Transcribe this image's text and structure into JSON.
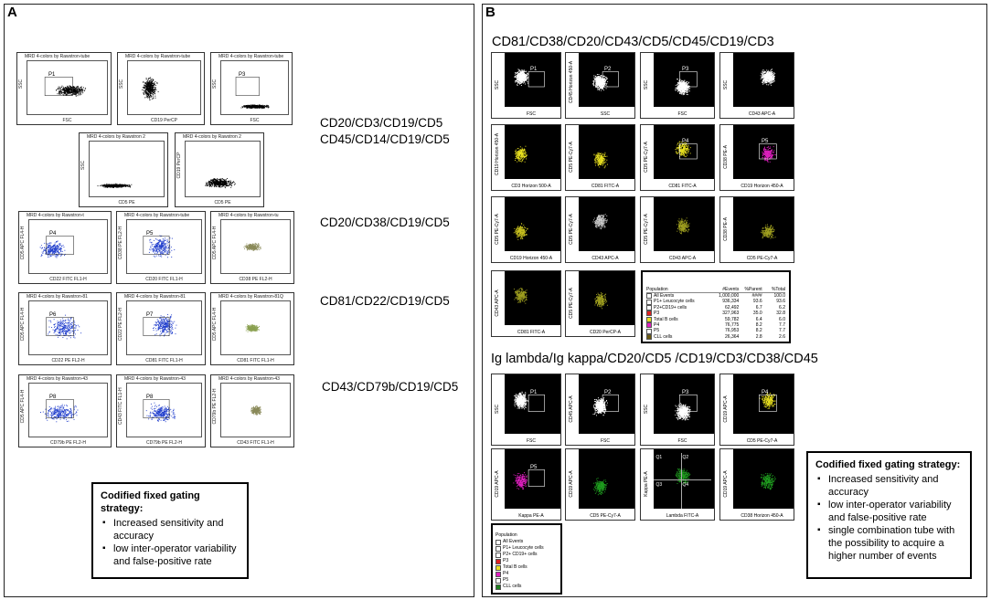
{
  "panel_a": {
    "letter": "A",
    "combos": [
      "CD20/CD3/CD19/CD5",
      "CD45/CD14/CD19/CD5",
      "CD20/CD38/CD19/CD5",
      "CD81/CD22/CD19/CD5",
      "CD43/CD79b/CD19/CD5"
    ],
    "plots": [
      {
        "title": "MRD 4-colors by Rawstron-tube",
        "x": "FSC",
        "y": "SSC",
        "gate": "P1",
        "color": "#000000"
      },
      {
        "title": "MRD 4-colors by Rawstron-tube",
        "x": "CD19 PerCP",
        "y": "SSC",
        "gate": "",
        "color": "#000000"
      },
      {
        "title": "MRD 4-colors by Rawstron-tube",
        "x": "FSC",
        "y": "SSC",
        "gate": "P3",
        "color": "#000000"
      },
      {
        "title": "MRD 4-colors by Rawstron 2",
        "x": "CD5 PE",
        "y": "SSC",
        "gate": "",
        "color": "#000000"
      },
      {
        "title": "MRD 4-colors by Rawstron 2",
        "x": "CD5 PE",
        "y": "CD19 PerCP",
        "gate": "",
        "color": "#000000"
      },
      {
        "title": "MRD 4-colors by Rawstron-t",
        "x": "CD22 FITC FL1-H",
        "y": "CD5 APC FL4-H",
        "gate": "P4",
        "color": "#1e3ccc"
      },
      {
        "title": "MRD 4-colors by Rawstron-tube",
        "x": "CD20 FITC FL1-H",
        "y": "CD38 PE FL2-H",
        "gate": "P5",
        "color": "#1e3ccc"
      },
      {
        "title": "MRD 4-colors by Rawstron-tu",
        "x": "CD38 PE FL2-H",
        "y": "CD5 APC FL4-H",
        "gate": "",
        "color": "#8a8a5a"
      },
      {
        "title": "MRD 4-colors by Rawstron-81",
        "x": "CD22 PE FL2-H",
        "y": "CD5 APC FL4-H",
        "gate": "P6",
        "color": "#1e3ccc"
      },
      {
        "title": "MRD 4-colors by Rawstron-81",
        "x": "CD81 FITC FL1-H",
        "y": "CD22 PE FL2-H",
        "gate": "P7",
        "color": "#1e3ccc"
      },
      {
        "title": "MRD 4-colors by Rawstron-81Q",
        "x": "CD81 FITC FL1-H",
        "y": "CD5 APC FL4-H",
        "gate": "",
        "color": "#8aa050"
      },
      {
        "title": "MRD 4-colors by Rawstron-43",
        "x": "CD79b PE FL2-H",
        "y": "CD5 APC FL4-H",
        "gate": "P8",
        "color": "#1e3ccc"
      },
      {
        "title": "MRD 4-colors by Rawstron-43",
        "x": "CD79b PE FL2-H",
        "y": "CD43 FITC FL1-H",
        "gate": "P8",
        "color": "#1e3ccc"
      },
      {
        "title": "MRD 4-colors by Rawstron-43",
        "x": "CD43 FITC FL1-H",
        "y": "CD79b PE FL2-H",
        "gate": "",
        "color": "#8a8a5a"
      }
    ],
    "strategy": {
      "title": "Codified fixed gating strategy:",
      "items": [
        "Increased sensitivity and accuracy",
        "low inter-operator variability and false-positive rate"
      ]
    }
  },
  "panel_b": {
    "letter": "B",
    "title1": "CD81/CD38/CD20/CD43/CD5/CD45/CD19/CD3",
    "title2": "Ig lambda/Ig kappa/CD20/CD5 /CD19/CD3/CD38/CD45",
    "plots1": [
      {
        "x": "FSC",
        "y": "SSC",
        "gate": "P1",
        "color": "#ffffff"
      },
      {
        "x": "SSC",
        "y": "CD45 Horizon 450-A",
        "gate": "P2",
        "color": "#ffffff"
      },
      {
        "x": "FSC",
        "y": "SSC",
        "gate": "P3",
        "color": "#ffffff"
      },
      {
        "x": "CD43 APC-A",
        "y": "SSC",
        "gate": "",
        "color": "#ffffff"
      },
      {
        "x": "CD3 Horizon 500-A",
        "y": "CD19 Horizon 450-A",
        "gate": "",
        "color": "#e8e020"
      },
      {
        "x": "CD81 FITC-A",
        "y": "CD5 PE-Cy7-A",
        "gate": "",
        "color": "#e8e020"
      },
      {
        "x": "CD81 FITC-A",
        "y": "CD5 PE-Cy7-A",
        "gate": "P4",
        "color": "#e8e020"
      },
      {
        "x": "CD19 Horizon 450-A",
        "y": "CD38 PE-A",
        "gate": "P5",
        "color": "#e020c0"
      },
      {
        "x": "CD19 Horizon 450-A",
        "y": "CD5 PE-Cy7-A",
        "gate": "",
        "color": "#c8c020"
      },
      {
        "x": "CD43 APC-A",
        "y": "CD5 PE-Cy7-A",
        "gate": "",
        "color": "#d0d0d0"
      },
      {
        "x": "CD43 APC-A",
        "y": "CD5 PE-Cy7-A",
        "gate": "",
        "color": "#a0a020"
      },
      {
        "x": "CD5 PE-Cy7-A",
        "y": "CD38 PE-A",
        "gate": "",
        "color": "#a0a020"
      },
      {
        "x": "CD81 FITC-A",
        "y": "CD43 APC-A",
        "gate": "",
        "color": "#a0a020"
      },
      {
        "x": "CD20 PerCP-A",
        "y": "CD5 PE-Cy7-A",
        "gate": "",
        "color": "#a0a020"
      }
    ],
    "table": {
      "headers": [
        "Population",
        "#Events",
        "%Parent",
        "%Total"
      ],
      "rows": [
        {
          "name": "All Events",
          "events": "1,000,000",
          "parent": "####",
          "total": "100.0",
          "color": "#ffffff"
        },
        {
          "name": "P1+ Leucocyte cells",
          "events": "936,334",
          "parent": "93.6",
          "total": "93.6",
          "color": "#ffffff"
        },
        {
          "name": "P2+CD19+ cells",
          "events": "62,492",
          "parent": "6.7",
          "total": "6.2",
          "color": "#ffffff"
        },
        {
          "name": "P3",
          "events": "327,963",
          "parent": "35.0",
          "total": "32.8",
          "color": "#e02020"
        },
        {
          "name": "Total B cells",
          "events": "59,782",
          "parent": "6.4",
          "total": "6.0",
          "color": "#e8e020"
        },
        {
          "name": "P4",
          "events": "76,775",
          "parent": "8.2",
          "total": "7.7",
          "color": "#e020c0"
        },
        {
          "name": "P5",
          "events": "76,953",
          "parent": "8.2",
          "total": "7.7",
          "color": "#ffffff"
        },
        {
          "name": "CLL cells",
          "events": "26,364",
          "parent": "2.8",
          "total": "2.6",
          "color": "#6b5a10"
        }
      ]
    },
    "plots2": [
      {
        "x": "FSC",
        "y": "SSC",
        "gate": "P1",
        "color": "#ffffff"
      },
      {
        "x": "FSC",
        "y": "CD45 APC-A",
        "gate": "P2",
        "color": "#ffffff"
      },
      {
        "x": "FSC",
        "y": "SSC",
        "gate": "P3",
        "color": "#ffffff"
      },
      {
        "x": "CD5 PE-Cy7-A",
        "y": "CD19 APC-A",
        "gate": "P4",
        "color": "#e8e020"
      },
      {
        "x": "Kappa PE-A",
        "y": "CD19 APC-A",
        "gate": "P5",
        "color": "#e020c0"
      },
      {
        "x": "CD5 PE-Cy7-A",
        "y": "CD19 APC-A",
        "gate": "",
        "color": "#20a020"
      },
      {
        "x": "Lambda FITC-A",
        "y": "Kappa PE-A",
        "gate": "",
        "color": "#20a020"
      },
      {
        "x": "CD38 Horizon 450-A",
        "y": "CD19 APC-A",
        "gate": "",
        "color": "#20a020"
      }
    ],
    "quad_labels": [
      "Q1",
      "Q2",
      "Q3",
      "Q4"
    ],
    "legend2": {
      "title": "Population",
      "rows": [
        {
          "name": "All Events",
          "color": "#ffffff"
        },
        {
          "name": "P1+ Leucocyte cells",
          "color": "#ffffff"
        },
        {
          "name": "P2+ CD19+ cells",
          "color": "#ffffff"
        },
        {
          "name": "P3",
          "color": "#e02020"
        },
        {
          "name": "Total B cells",
          "color": "#e8e020"
        },
        {
          "name": "P4",
          "color": "#e020c0"
        },
        {
          "name": "P5",
          "color": "#ffffff"
        },
        {
          "name": "CLL cells",
          "color": "#208020"
        }
      ]
    },
    "strategy": {
      "title": "Codified fixed gating strategy:",
      "items": [
        "Increased sensitivity and accuracy",
        "low inter-operator variability and false-positive rate",
        "single combination tube with the possibility to acquire a higher number of events"
      ]
    }
  }
}
